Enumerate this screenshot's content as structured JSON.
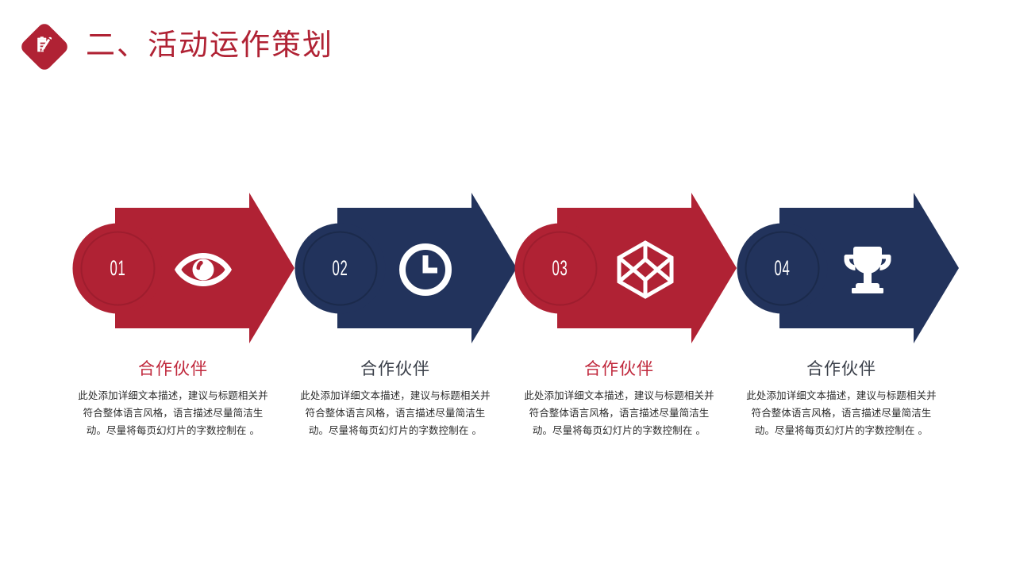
{
  "header": {
    "badge_icon": "clipboard-pen-icon",
    "title": "二、活动运作策划",
    "title_color": "#B02234",
    "badge_color": "#B02234"
  },
  "theme": {
    "red": "#B02234",
    "red_dark": "#9E1D2E",
    "navy": "#22335C",
    "navy_dark": "#1B2A4B",
    "white": "#FFFFFF"
  },
  "steps": [
    {
      "number": "01",
      "icon": "eye-icon",
      "color": "red",
      "fill": "#B02234",
      "ring": "#9E1D2E"
    },
    {
      "number": "02",
      "icon": "clock-icon",
      "color": "navy",
      "fill": "#22335C",
      "ring": "#1B2A4B"
    },
    {
      "number": "03",
      "icon": "cube-wireframe-icon",
      "color": "red",
      "fill": "#B02234",
      "ring": "#9E1D2E"
    },
    {
      "number": "04",
      "icon": "trophy-icon",
      "color": "navy",
      "fill": "#22335C",
      "ring": "#1B2A4B"
    }
  ],
  "captions": [
    {
      "title": "合作伙伴",
      "title_color": "#C0283C",
      "body": "此处添加详细文本描述，建议与标题相关并符合整体语言风格，语言描述尽量简洁生动。尽量将每页幻灯片的字数控制在 。"
    },
    {
      "title": "合作伙伴",
      "title_color": "#3A3F49",
      "body": "此处添加详细文本描述，建议与标题相关并符合整体语言风格，语言描述尽量简洁生动。尽量将每页幻灯片的字数控制在 。"
    },
    {
      "title": "合作伙伴",
      "title_color": "#C0283C",
      "body": "此处添加详细文本描述，建议与标题相关并符合整体语言风格，语言描述尽量简洁生动。尽量将每页幻灯片的字数控制在 。"
    },
    {
      "title": "合作伙伴",
      "title_color": "#3A3F49",
      "body": "此处添加详细文本描述，建议与标题相关并符合整体语言风格，语言描述尽量简洁生动。尽量将每页幻灯片的字数控制在 。"
    }
  ]
}
